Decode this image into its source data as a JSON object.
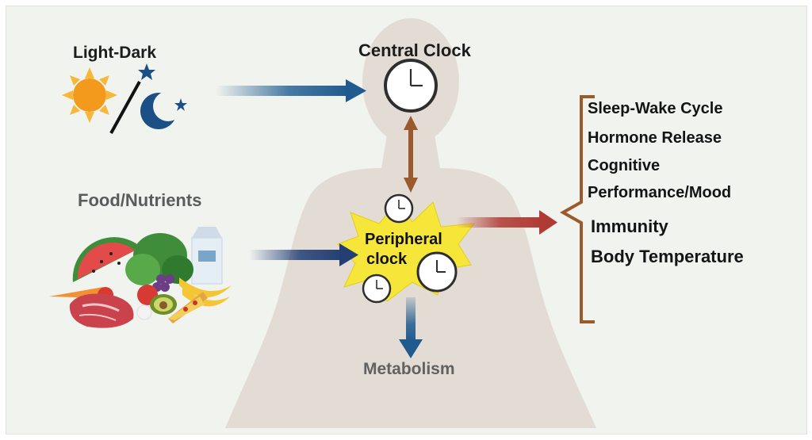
{
  "labels": {
    "light_dark": "Light-Dark",
    "central_clock": "Central Clock",
    "food_nutrients": "Food/Nutrients",
    "peripheral_line1": "Peripheral",
    "peripheral_line2": "clock",
    "metabolism": "Metabolism"
  },
  "outputs": [
    "Sleep-Wake Cycle",
    "Hormone Release",
    "Cognitive",
    "Performance/Mood",
    "Immunity",
    "Body Temperature"
  ],
  "colors": {
    "background": "#f1f3ef",
    "body_silhouette": "#e2dcd4",
    "input_arrow": "#1f5b8f",
    "food_arrow": "#233f74",
    "bidirectional_arrow": "#9b5a2c",
    "output_arrow": "#b03a34",
    "bracket": "#9b5a2c",
    "starburst": "#f6e63a",
    "sun": "#f39a1c",
    "moon_star": "#1b4f86"
  },
  "icons": [
    "sun-icon",
    "moon-icon",
    "star-icon",
    "clock-icon",
    "watermelon-icon",
    "leafy-greens-icon",
    "milk-carton-icon",
    "banana-icon",
    "steak-icon",
    "pizza-icon",
    "apple-icon",
    "avocado-icon",
    "grapes-icon",
    "carrot-icon"
  ]
}
